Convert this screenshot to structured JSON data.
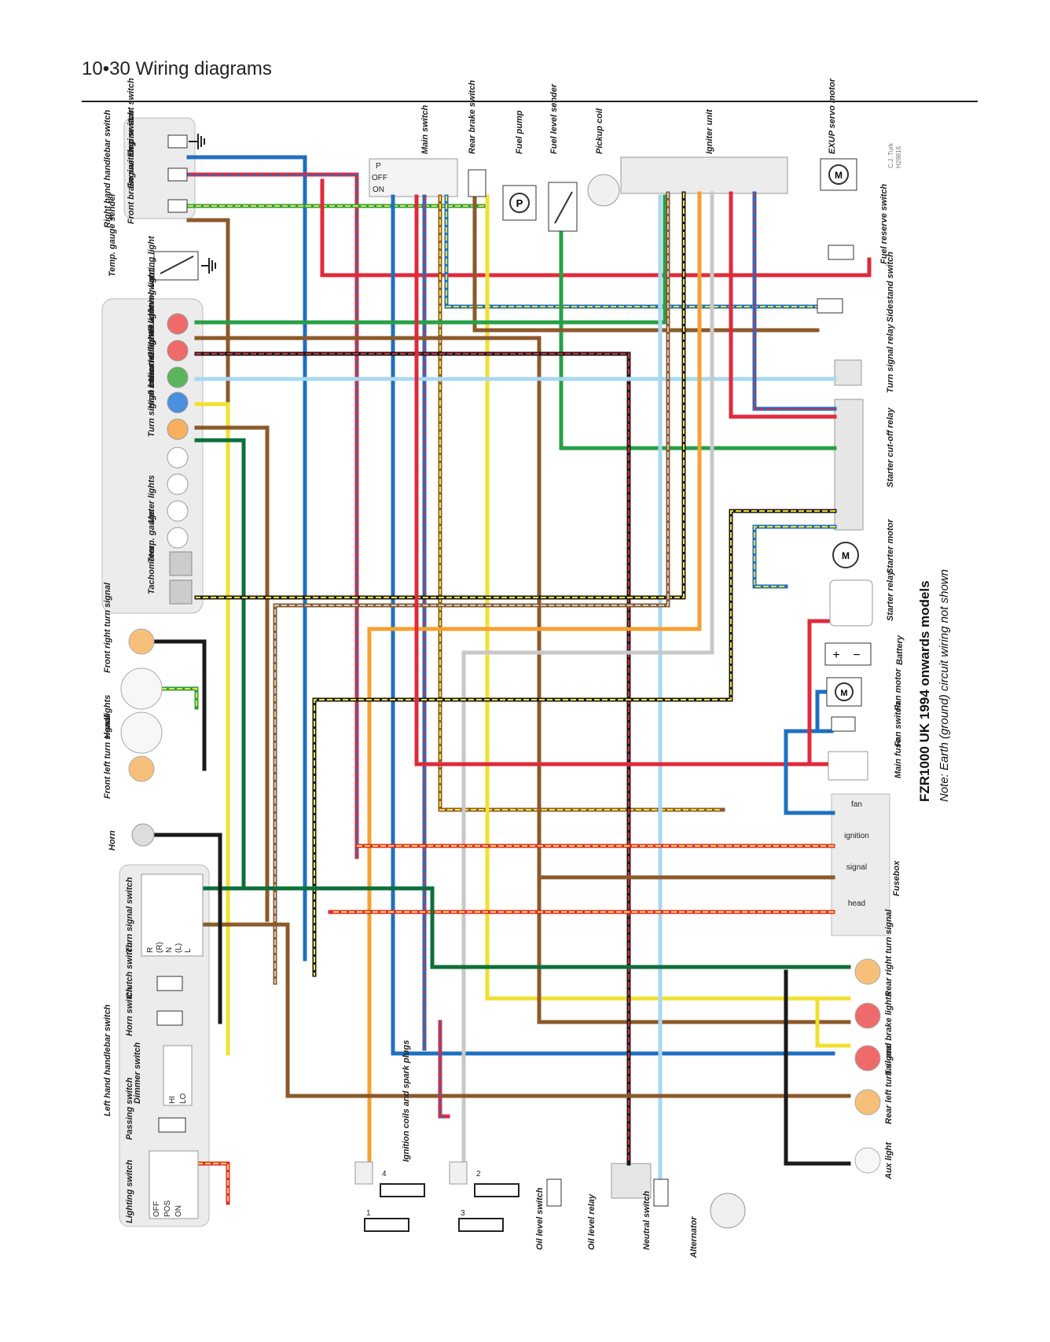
{
  "page": {
    "header": "10•30  Wiring diagrams",
    "credit_1": "C.J. Turk",
    "credit_2": "H29816"
  },
  "diagram": {
    "title": "FZR1000 UK 1994 onwards models",
    "note": "Note: Earth (ground) circuit wiring not shown",
    "components": {
      "right_handlebar": "Right hand handlebar switch",
      "engine_start": "Engine start switch",
      "engine_stop": "Engine stop switch",
      "front_brake": "Front brake switch",
      "temp_sender": "Temp. gauge sender",
      "main_switch": "Main switch",
      "rear_brake": "Rear brake switch",
      "fuel_pump": "Fuel pump",
      "fuel_level_sender": "Fuel level sender",
      "pickup_coil": "Pickup coil",
      "igniter": "Igniter unit",
      "exup": "EXUP servo motor",
      "fuel_reserve": "Fuel reserve switch",
      "sidestand": "Sidestand switch",
      "turn_relay": "Turn signal relay",
      "cutoff_relay": "Starter cut-off relay",
      "starter_motor": "Starter motor",
      "starter_relay": "Starter relay",
      "battery": "Battery",
      "fan_motor": "Fan motor",
      "fan_switch": "Fan switch",
      "main_fuse": "Main fuse",
      "fusebox": "Fusebox",
      "rear_right_turn": "Rear right turn signal",
      "tail_brake": "Tail and brake lights",
      "rear_left_turn": "Rear left turn signal",
      "aux_light": "Aux light",
      "alternator": "Alternator",
      "neutral_switch": "Neutral switch",
      "oil_relay": "Oil level relay",
      "oil_switch": "Oil level switch",
      "ignition_coils": "Ignition coils and spark plugs",
      "fuel_warning": "Fuel level warning light",
      "oil_warning": "Oil level warning light",
      "neutral_light": "Neutral light",
      "high_beam": "High beam indicator light",
      "turn_indicator": "Turn signal indicator light",
      "meter_lights": "Meter lights",
      "temp_gauge": "Temp. gauge",
      "tachometer": "Tachometer",
      "front_right_turn": "Front right turn signal",
      "headlights": "Headlights",
      "front_left_turn": "Front left turn signal",
      "horn": "Horn",
      "left_handlebar": "Left hand handlebar switch",
      "turn_switch": "Turn signal switch",
      "clutch_switch": "Clutch switch",
      "horn_switch": "Horn switch",
      "dimmer_switch": "Dimmer switch",
      "passing_switch": "Passing switch",
      "lighting_switch": "Lighting switch"
    },
    "switch_positions": {
      "main": [
        "P",
        "OFF",
        "ON"
      ],
      "turn": [
        "R",
        "(R)",
        "N",
        "(L)",
        "L"
      ],
      "dimmer": [
        "HI",
        "LO"
      ],
      "lighting": [
        "OFF",
        "POS",
        "ON"
      ]
    },
    "fuses": [
      "fan",
      "ignition",
      "signal",
      "head"
    ],
    "coil_numbers": [
      "1",
      "4",
      "2",
      "3"
    ],
    "symbols": {
      "motor": "M",
      "pump": "P",
      "plus": "+",
      "minus": "−"
    },
    "colors": {
      "red": "#e02a3c",
      "blue": "#1f6fc0",
      "green": "#27a046",
      "dark_green": "#0e6f3a",
      "brown": "#8b5a2b",
      "black": "#1a1a1a",
      "yellow": "#f2e030",
      "orange": "#f5a030",
      "light_blue": "#a8d8f0",
      "grey": "#c8c8c8",
      "panel": "#ececec"
    }
  }
}
